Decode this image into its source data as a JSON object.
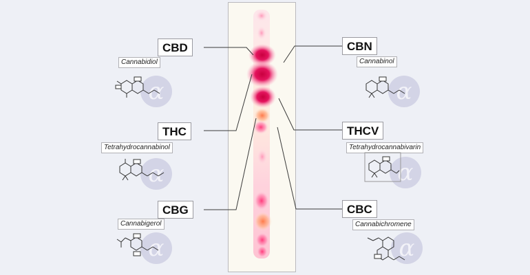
{
  "compounds": {
    "cbd": {
      "abbr": "CBD",
      "name": "Cannabidiol"
    },
    "thc": {
      "abbr": "THC",
      "name": "Tetrahydrocannabinol"
    },
    "cbg": {
      "abbr": "CBG",
      "name": "Cannabigerol"
    },
    "cbn": {
      "abbr": "CBN",
      "name": "Cannabinol"
    },
    "thcv": {
      "abbr": "THCV",
      "name": "Tetrahydrocannabivarin"
    },
    "cbc": {
      "abbr": "CBC",
      "name": "Cannabichromene"
    }
  },
  "icons": {
    "molecule": "molecule-structure-icon",
    "logo": "alpha-logo-icon"
  },
  "colors": {
    "spot_strong": "#d8004f",
    "spot_mid": "#ff4a86",
    "spot_orange": "#ff8a55",
    "logo_alpha": "#c7c8dd"
  }
}
